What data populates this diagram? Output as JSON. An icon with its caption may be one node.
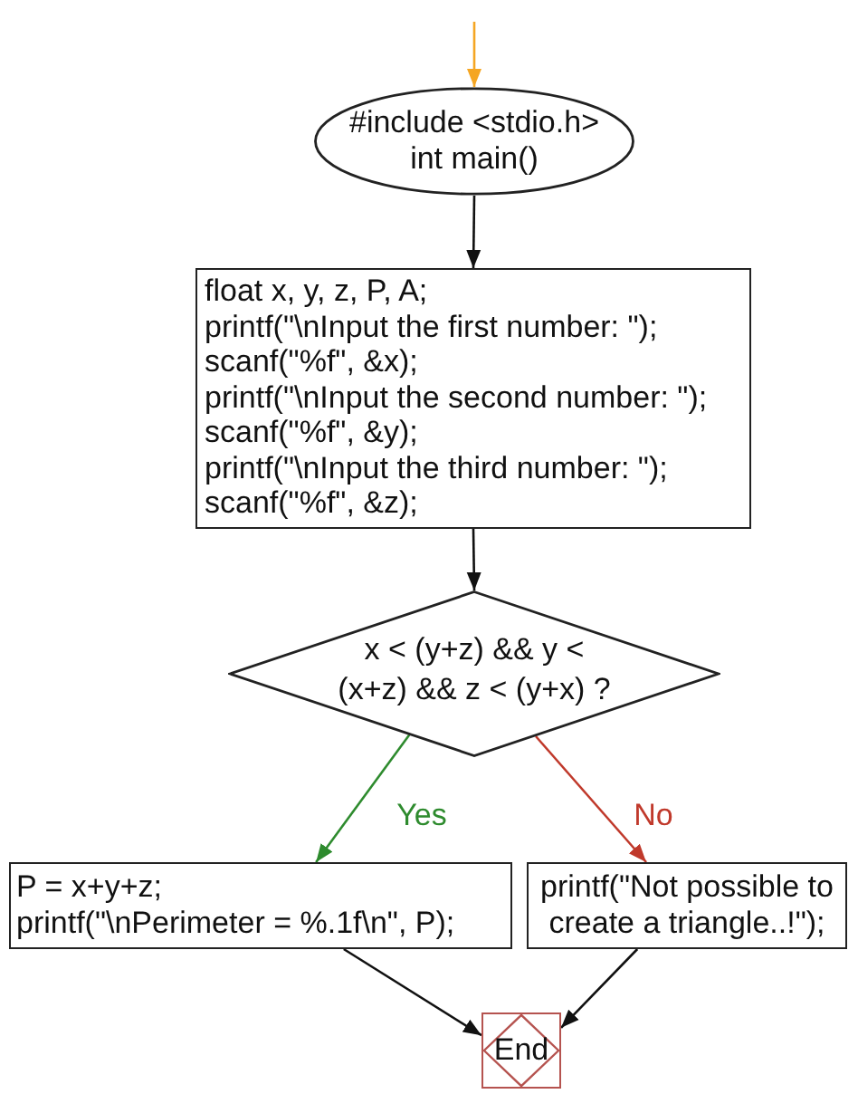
{
  "diagram": {
    "nodes": [
      {
        "text": [
          "#include <stdio.h>",
          "int main()"
        ]
      },
      {
        "text": [
          "float x, y, z, P, A;",
          "printf(\"\\nInput the first number: \");",
          "scanf(\"%f\", &x);",
          "printf(\"\\nInput the second number: \");",
          "scanf(\"%f\", &y);",
          "printf(\"\\nInput the third number: \");",
          "scanf(\"%f\", &z);"
        ]
      },
      {
        "text": [
          "x < (y+z) && y < (x+z) && z < (y+x) ?"
        ]
      },
      {
        "text": [
          "P = x+y+z;",
          "printf(\"\\nPerimeter = %.1f\\n\", P);"
        ]
      },
      {
        "text": [
          "printf(\"Not possible to create a triangle..!\");"
        ]
      },
      {
        "text": [
          "End"
        ]
      }
    ],
    "edges": [
      {
        "from": null,
        "to": 0,
        "arrow": "to",
        "color": "#f5a623"
      },
      {
        "from": 0,
        "to": 1,
        "arrow": "to"
      },
      {
        "from": 1,
        "to": 2,
        "arrow": "to"
      },
      {
        "from": 2,
        "to": 3,
        "arrow": "to",
        "label": "Yes",
        "color": "#2e8b2e"
      },
      {
        "from": 2,
        "to": 4,
        "arrow": "to",
        "label": "No",
        "color": "#c0392b"
      },
      {
        "from": 3,
        "to": 5,
        "arrow": "to"
      },
      {
        "from": 4,
        "to": 5,
        "arrow": "to"
      }
    ]
  }
}
